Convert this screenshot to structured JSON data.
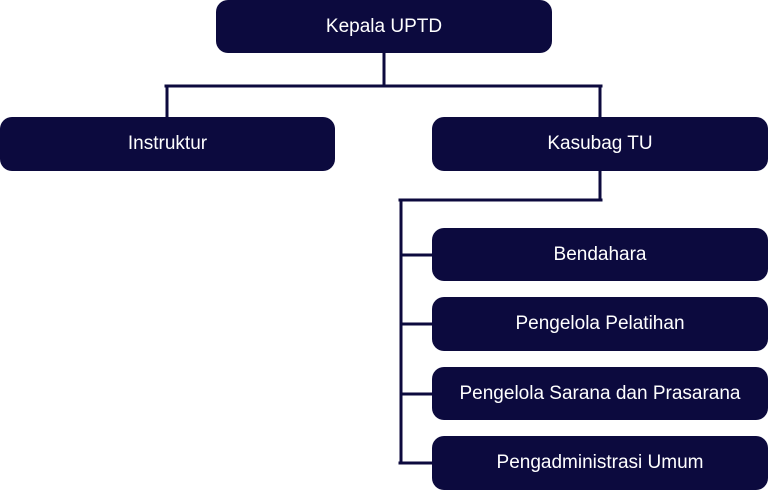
{
  "colors": {
    "node_fill": "#0c0a3e",
    "node_text": "#ffffff",
    "connector": "#0c0a3e",
    "background": "#ffffff"
  },
  "org": {
    "head": "Kepala UPTD",
    "instruktur": "Instruktur",
    "kasubag": "Kasubag TU",
    "kasubag_staff": [
      "Bendahara",
      "Pengelola Pelatihan",
      "Pengelola Sarana dan Prasarana",
      "Pengadministrasi Umum"
    ]
  }
}
